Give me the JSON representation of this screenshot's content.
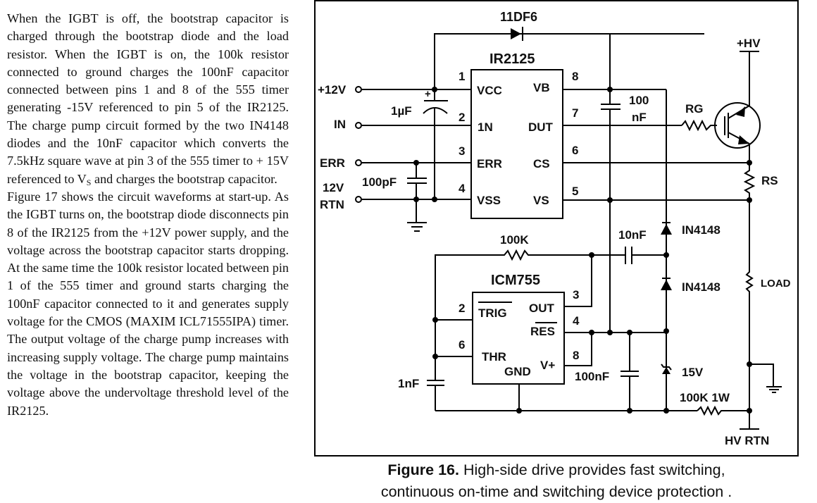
{
  "body_text": {
    "para1_a": "When the IGBT is off, the bootstrap capacitor is charged through the bootstrap diode and the load resistor. When the IGBT is on, the 100k resistor connected to ground charges the 100nF capacitor connected between pins 1 and 8 of the 555 timer generating -15V referenced to pin 5 of the IR2125. The charge pump circuit formed by the two IN4148 diodes and the 10nF capacitor which converts the 7.5kHz square wave at pin 3 of the 555 timer to + 15V referenced to V",
    "para1_sub": "S",
    "para1_b": " and charges the bootstrap capacitor.",
    "para2": "Figure 17 shows the circuit waveforms at start-up. As the IGBT turns on, the bootstrap diode disconnects pin 8 of the IR2125 from the +12V power supply, and the voltage across the bootstrap capacitor starts dropping. At the same time the 100k resistor located between pin 1 of the 555 timer and ground starts charging the 100nF capacitor connected to it and generates supply voltage for the CMOS (MAXIM ICL71555IPA) timer. The output voltage of the charge pump increases with increasing supply voltage. The charge pump maintains the voltage in the bootstrap capacitor, keeping the voltage above the undervoltage threshold level of the IR2125."
  },
  "schematic": {
    "diode_top": "11DF6",
    "ic1": {
      "name": "IR2125",
      "pins_left": [
        {
          "num": "1",
          "label": "VCC"
        },
        {
          "num": "2",
          "label": "1N"
        },
        {
          "num": "3",
          "label": "ERR"
        },
        {
          "num": "4",
          "label": "VSS"
        }
      ],
      "pins_right": [
        {
          "num": "8",
          "label": "VB"
        },
        {
          "num": "7",
          "label": "DUT"
        },
        {
          "num": "6",
          "label": "CS"
        },
        {
          "num": "5",
          "label": "VS"
        }
      ]
    },
    "inputs": {
      "v12": "+12V",
      "in": "IN",
      "err": "ERR",
      "rtn1": "12V",
      "rtn2": "RTN"
    },
    "cap_1uf": "1µF",
    "cap_plus": "+",
    "cap_100pf": "100pF",
    "cap_100nf_a": "100",
    "cap_100nf_b": "nF",
    "rg": "RG",
    "hv": "+HV",
    "rs": "RS",
    "load": "LOAD",
    "d1": "IN4148",
    "d2": "IN4148",
    "cap_10nf": "10nF",
    "r_100k": "100K",
    "ic2": {
      "name": "ICM755",
      "pins_left": [
        {
          "num": "2",
          "label": "TRIG"
        },
        {
          "num": "6",
          "label": "THR"
        }
      ],
      "pins_right": [
        {
          "num": "3",
          "label": "OUT"
        },
        {
          "num": "4",
          "label": "RES"
        },
        {
          "num": "8",
          "label": "V+"
        }
      ],
      "gnd": "GND"
    },
    "cap_1nf": "1nF",
    "cap_100nf2": "100nF",
    "zener": "15V",
    "r_100k1w": "100K 1W",
    "hv_rtn": "HV RTN"
  },
  "caption": {
    "label": "Figure 16.",
    "text1": " High-side drive provides fast switching,",
    "text2": "continuous on-time and switching device protection ."
  }
}
